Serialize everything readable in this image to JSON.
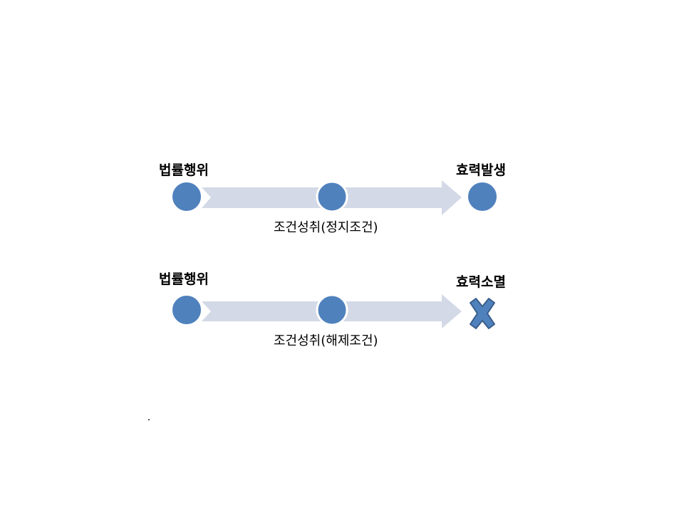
{
  "colors": {
    "arrow_fill": "#d3d9e6",
    "node_fill": "#4f81bd",
    "node_stroke": "#ffffff",
    "cross_fill": "#4f81bd",
    "cross_stroke": "#385d8a"
  },
  "diagrams": [
    {
      "start_label": "법률행위",
      "end_label": "효력발생",
      "condition_label": "조건성취(정지조건)",
      "end_marker": "circle"
    },
    {
      "start_label": "법률행위",
      "end_label": "효력소멸",
      "condition_label": "조건성취(해제조건)",
      "end_marker": "cross-icon"
    }
  ]
}
